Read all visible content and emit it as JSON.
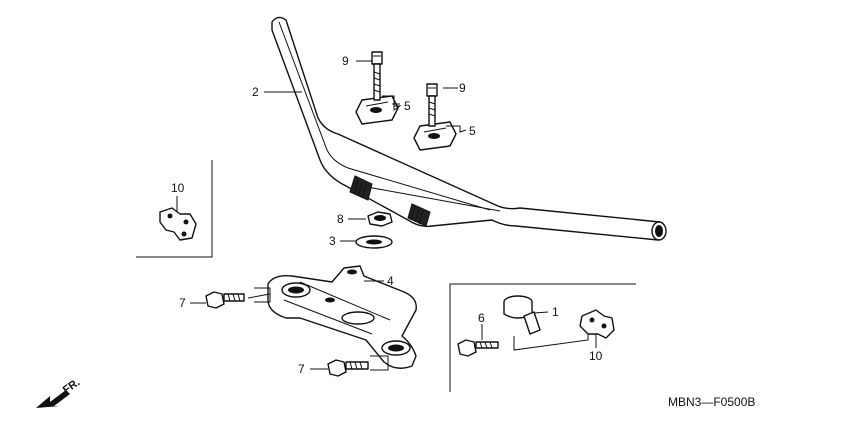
{
  "diagram_code": "MBN3—F0500B",
  "front_marker": "FR.",
  "callouts": {
    "c1": "1",
    "c2": "2",
    "c3": "3",
    "c4": "4",
    "c5a": "5",
    "c5b": "5",
    "c6": "6",
    "c7a": "7",
    "c7b": "7",
    "c8": "8",
    "c9a": "9",
    "c9b": "9",
    "c10a": "10",
    "c10b": "10"
  }
}
